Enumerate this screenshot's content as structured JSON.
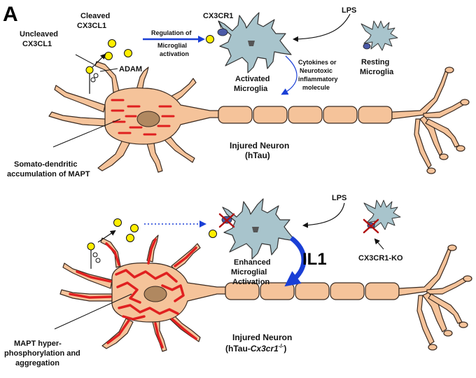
{
  "panel_letter": "A",
  "colors": {
    "neuron_body": "#f5c39a",
    "neuron_outline": "#3a2a20",
    "nucleus": "#b08860",
    "axon_segment": "#f5c39a",
    "microglia": "#a8c4cc",
    "microglia_outline": "#333333",
    "receptor": "#4b5aa8",
    "ligand": "#ffee00",
    "mapt_red": "#e02020",
    "blue_arrow": "#1a3fd6",
    "knockout_x": "#b01010"
  },
  "top": {
    "uncleaved_line1": "Uncleaved",
    "uncleaved_line2": "CX3CL1",
    "cleaved_line1": "Cleaved",
    "cleaved_line2": "CX3CL1",
    "adam": "ADAM",
    "regulation_line1": "Regulation of",
    "regulation_line2": "Microglial",
    "regulation_line3": "activation",
    "cx3cr1": "CX3CR1",
    "lps": "LPS",
    "resting_line1": "Resting",
    "resting_line2": "Microglia",
    "activated_line1": "Activated",
    "activated_line2": "Microglia",
    "cytokines_line1": "Cytokines or",
    "cytokines_line2": "Neurotoxic",
    "cytokines_line3": "inflammatory",
    "cytokines_line4": "molecule",
    "injured_line1": "Injured Neuron",
    "injured_line2": "(hTau)",
    "somato_line1": "Somato-dendritic",
    "somato_line2": "accumulation of MAPT"
  },
  "bottom": {
    "lps": "LPS",
    "ko_label": "CX3CR1-KO",
    "il1": "IL1",
    "enhanced_line1": "Enhanced",
    "enhanced_line2": "Microglial",
    "enhanced_line3": "Activation",
    "mapt_line1": "MAPT hyper-",
    "mapt_line2": "phosphorylation and",
    "mapt_line3": "aggregation",
    "injured_line1": "Injured Neuron",
    "injured_line2_prefix": "(hTau-",
    "injured_line2_gene": "Cx3cr1",
    "injured_line2_sup": "-/-",
    "injured_line2_suffix": ")"
  }
}
